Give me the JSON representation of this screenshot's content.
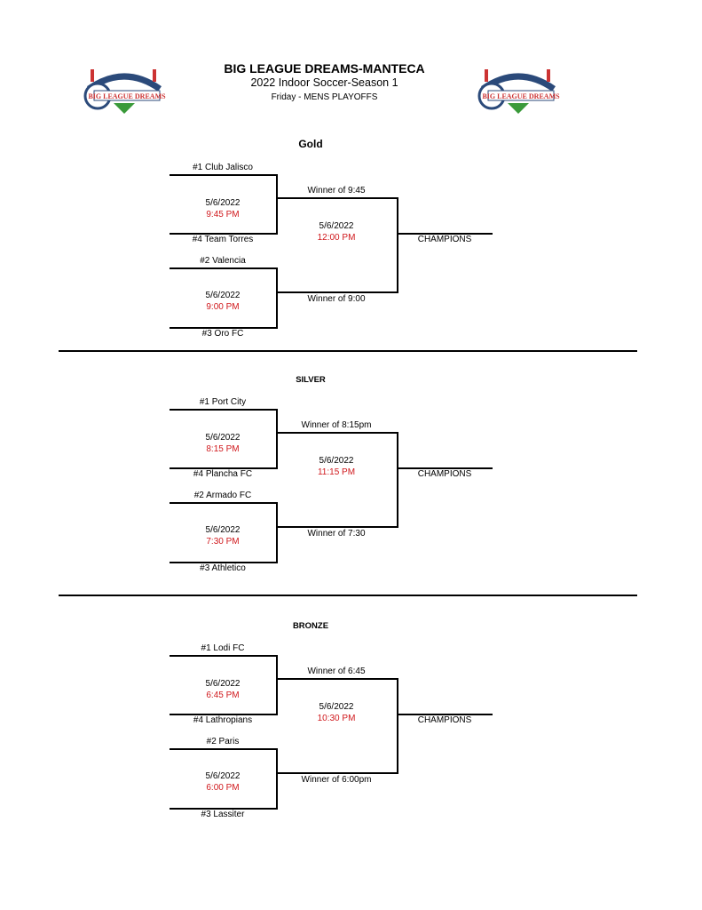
{
  "header": {
    "title": "BIG LEAGUE DREAMS-MANTECA",
    "subtitle": "2022 Indoor Soccer-Season 1",
    "day": "Friday - MENS PLAYOFFS",
    "logo_text": "BIG LEAGUE DREAMS"
  },
  "colors": {
    "time": "#d0181c",
    "text": "#000000"
  },
  "brackets": [
    {
      "title": "Gold",
      "teams": [
        "#1 Club Jalisco",
        "#4 Team Torres",
        "#2 Valencia",
        "#3 Oro FC"
      ],
      "game1": {
        "date": "5/6/2022",
        "time": "9:45 PM"
      },
      "game2": {
        "date": "5/6/2022",
        "time": "9:00 PM"
      },
      "winner_a": "Winner of 9:45",
      "winner_b": "Winner of 9:00",
      "final": {
        "date": "5/6/2022",
        "time": "12:00 PM"
      },
      "champions": "CHAMPIONS"
    },
    {
      "title": "SILVER",
      "teams": [
        "#1 Port City",
        "#4 Plancha FC",
        "#2 Armado FC",
        "#3 Athletico"
      ],
      "game1": {
        "date": "5/6/2022",
        "time": "8:15 PM"
      },
      "game2": {
        "date": "5/6/2022",
        "time": "7:30 PM"
      },
      "winner_a": "Winner of 8:15pm",
      "winner_b": "Winner of 7:30",
      "final": {
        "date": "5/6/2022",
        "time": "11:15 PM"
      },
      "champions": "CHAMPIONS"
    },
    {
      "title": "BRONZE",
      "teams": [
        "#1 Lodi FC",
        "#4 Lathropians",
        "#2 Paris",
        "#3 Lassiter"
      ],
      "game1": {
        "date": "5/6/2022",
        "time": "6:45 PM"
      },
      "game2": {
        "date": "5/6/2022",
        "time": "6:00 PM"
      },
      "winner_a": "Winner of 6:45",
      "winner_b": "Winner of 6:00pm",
      "final": {
        "date": "5/6/2022",
        "time": "10:30 PM"
      },
      "champions": "CHAMPIONS"
    }
  ]
}
